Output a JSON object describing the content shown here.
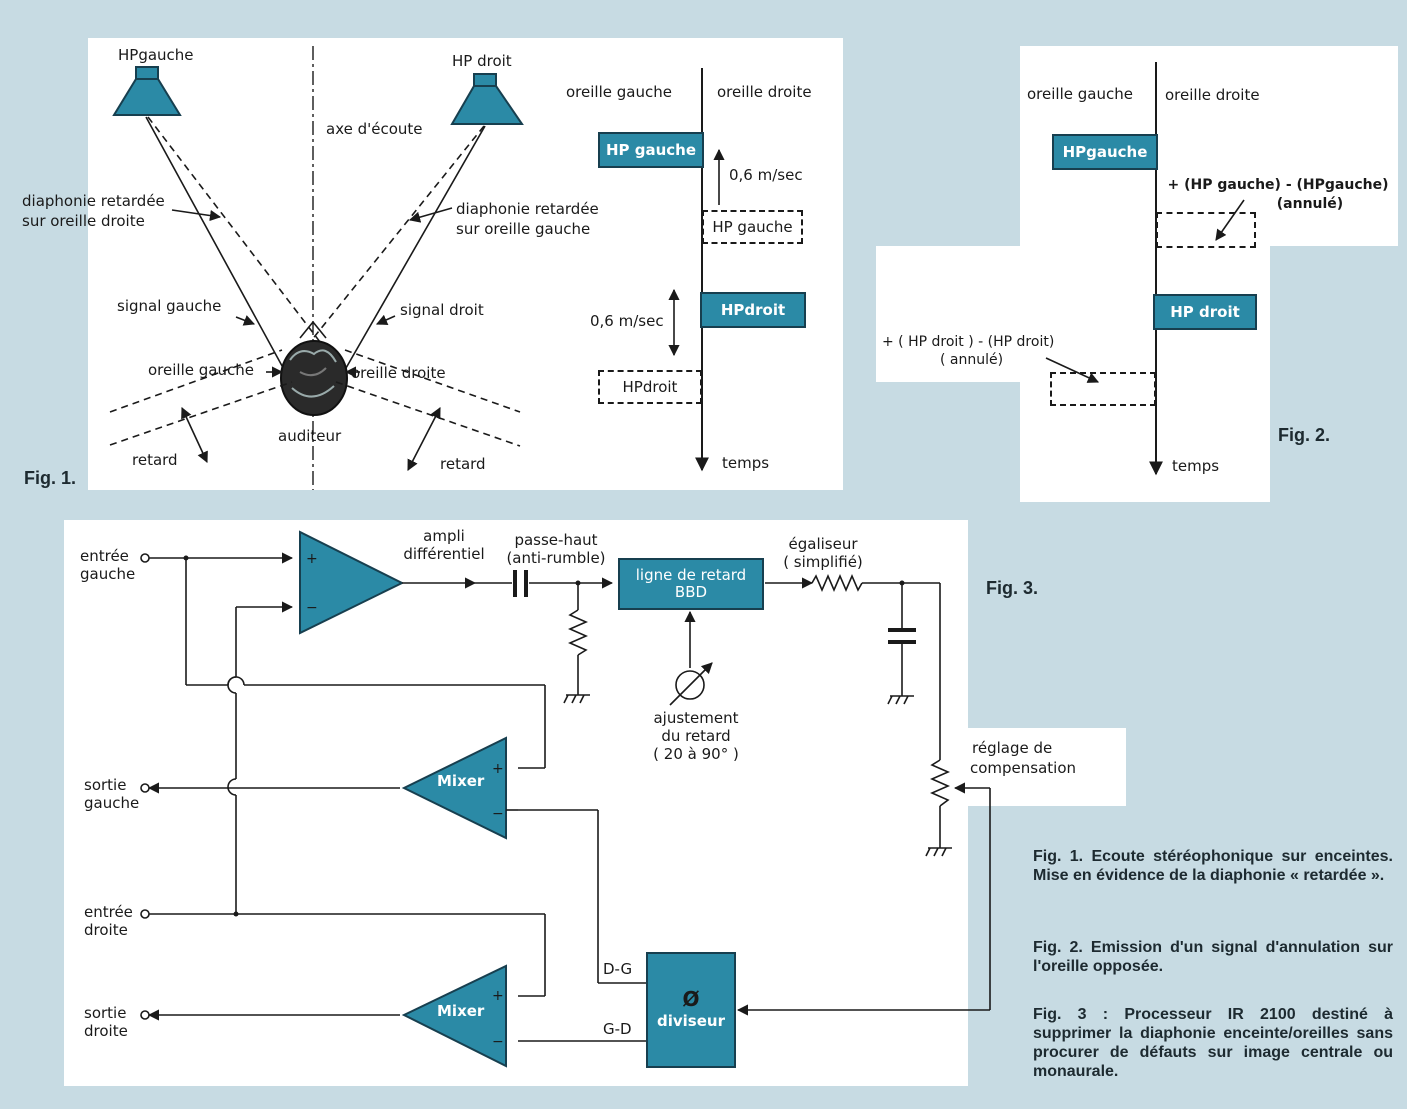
{
  "fig1": {
    "hp_gauche": "HPgauche",
    "hp_droit": "HP droit",
    "axe": "axe d'écoute",
    "diaphonie_droite_l1": "diaphonie retardée",
    "diaphonie_droite_l2": "sur oreille droite",
    "diaphonie_gauche_l1": "diaphonie retardée",
    "diaphonie_gauche_l2": "sur oreille gauche",
    "signal_gauche": "signal gauche",
    "signal_droit": "signal droit",
    "oreille_gauche": "oreille gauche",
    "oreille_droite": "oreille droite",
    "auditeur": "auditeur",
    "retard_left": "retard",
    "retard_right": "retard",
    "col_left": "oreille gauche",
    "col_right": "oreille droite",
    "box_hp_gauche": "HP gauche",
    "box_hp_gauche_dashed": "HP gauche",
    "speed1": "0,6 m/sec",
    "speed2": "0,6 m/sec",
    "box_hp_droit": "HPdroit",
    "box_hp_droit_dashed": "HPdroit",
    "temps": "temps",
    "label": "Fig. 1."
  },
  "fig2": {
    "col_left": "oreille gauche",
    "col_right": "oreille droite",
    "box_hp_gauche": "HPgauche",
    "note_gauche_l1": "+ (HP gauche) - (HPgauche)",
    "note_gauche_l2": "(annulé)",
    "box_hp_droit": "HP droit",
    "note_droit_l1": "+ ( HP droit ) - (HP droit)",
    "note_droit_l2": "( annulé)",
    "temps": "temps",
    "label": "Fig. 2."
  },
  "fig3": {
    "entree_gauche_l1": "entrée",
    "entree_gauche_l2": "gauche",
    "sortie_gauche_l1": "sortie",
    "sortie_gauche_l2": "gauche",
    "entree_droite_l1": "entrée",
    "entree_droite_l2": "droite",
    "sortie_droite_l1": "sortie",
    "sortie_droite_l2": "droite",
    "ampli_l1": "ampli",
    "ampli_l2": "différentiel",
    "passe_haut_l1": "passe-haut",
    "passe_haut_l2": "(anti-rumble)",
    "ligne_l1": "ligne de retard",
    "ligne_l2": "BBD",
    "egaliseur_l1": "égaliseur",
    "egaliseur_l2": "( simplifié)",
    "ajustement_l1": "ajustement",
    "ajustement_l2": "du retard",
    "ajustement_l3": "( 20 à 90° )",
    "reglage_l1": "réglage de",
    "reglage_l2": "compensation",
    "mixer1": "Mixer",
    "mixer2": "Mixer",
    "diviseur_sym": "Ø",
    "diviseur": "diviseur",
    "dg": "D-G",
    "gd": "G-D",
    "label": "Fig. 3."
  },
  "captions": {
    "fig1": "Fig. 1. Ecoute stéréophonique sur enceintes. Mise en évidence de la diaphonie « retardée ».",
    "fig2": "Fig. 2. Emission d'un signal d'annulation sur l'oreille opposée.",
    "fig3": "Fig. 3 : Processeur IR 2100 destiné à supprimer la diaphonie enceinte/oreilles sans procurer de défauts sur image centrale ou monaurale."
  },
  "colors": {
    "background": "#c7dbe3",
    "block": "#2b8aa6",
    "panel": "#ffffff"
  }
}
